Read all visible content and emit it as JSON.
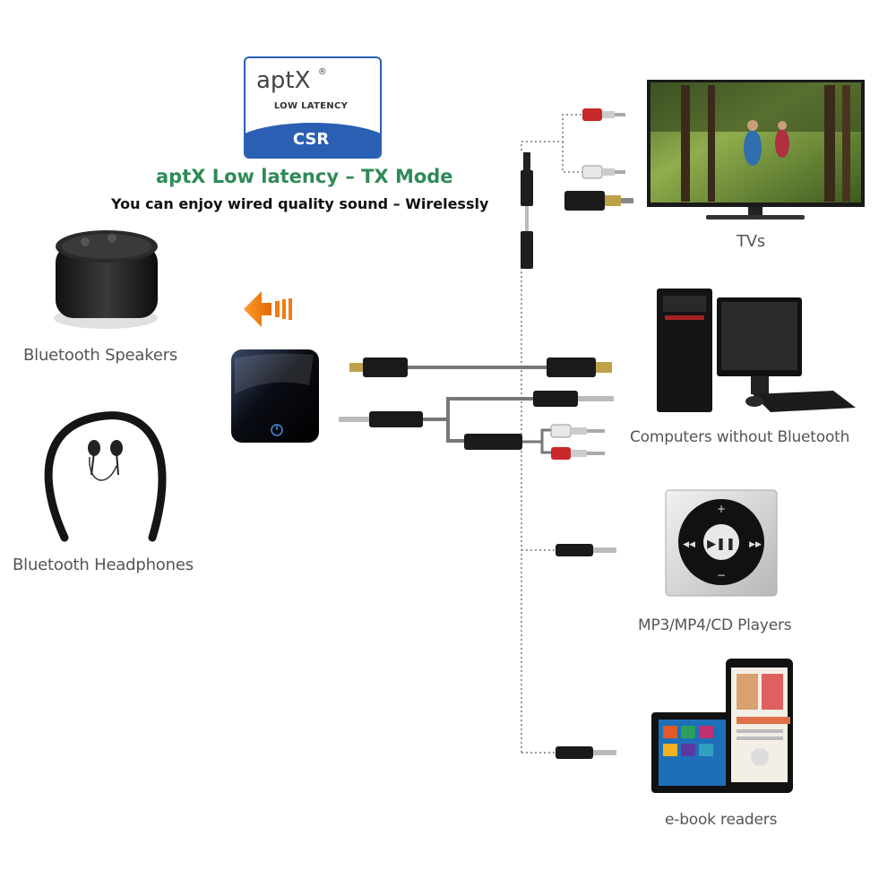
{
  "logo": {
    "brand": "aptX",
    "sub": "LOW LATENCY",
    "maker": "CSR",
    "mark": "®"
  },
  "header": {
    "title": "aptX Low latency – TX Mode",
    "subtitle": "You can enjoy wired quality sound – Wirelessly"
  },
  "left_devices": {
    "speakers": "Bluetooth Speakers",
    "headphones": "Bluetooth Headphones"
  },
  "right_devices": {
    "tvs": "TVs",
    "computers": "Computers without Bluetooth",
    "players": "MP3/MP4/CD Players",
    "ereaders": "e-book readers"
  },
  "colors": {
    "title_green": "#2e8b57",
    "logo_blue": "#2a5fb4",
    "arrow_orange": "#f07c12",
    "rca_red": "#d02828",
    "rca_white": "#e8e8e8",
    "cable": "#888888"
  }
}
